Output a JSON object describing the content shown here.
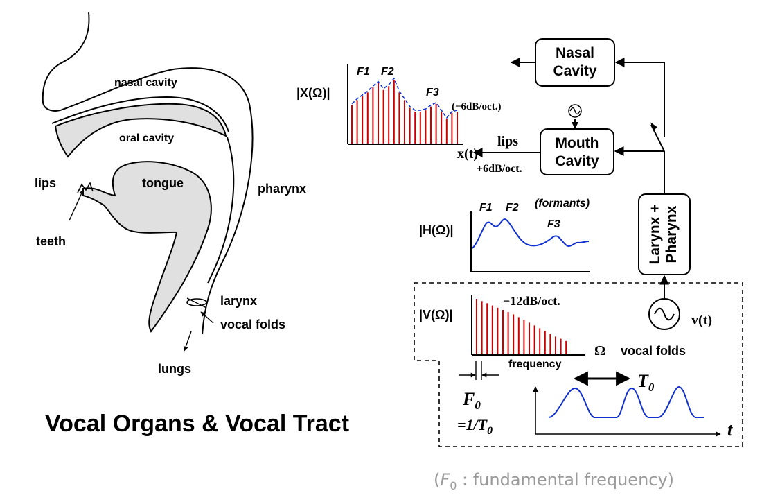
{
  "anatomy": {
    "nasal_cavity": "nasal cavity",
    "oral_cavity": "oral cavity",
    "lips": "lips",
    "tongue": "tongue",
    "pharynx": "pharynx",
    "teeth": "teeth",
    "larynx": "larynx",
    "vocal_folds": "vocal folds",
    "lungs": "lungs"
  },
  "title": "Vocal Organs  & Vocal Tract",
  "blocks": {
    "nasal_line1": "Nasal",
    "nasal_line2": "Cavity",
    "mouth_line1": "Mouth",
    "mouth_line2": "Cavity",
    "larynx_line1": "Larynx +",
    "larynx_line2": "Pharynx"
  },
  "x_spectrum": {
    "ylabel": "|X(Ω)|",
    "F1": "F1",
    "F2": "F2",
    "F3": "F3",
    "slope": "(−6dB/oct.)",
    "signal": "x(t)",
    "lips": "lips",
    "lip_radiation": "+6dB/oct.",
    "bars": [
      0.6,
      0.68,
      0.74,
      0.8,
      0.88,
      0.95,
      0.84,
      0.9,
      1.0,
      0.8,
      0.68,
      0.56,
      0.5,
      0.5,
      0.52,
      0.58,
      0.62,
      0.5,
      0.38,
      0.48,
      0.5
    ]
  },
  "h_response": {
    "ylabel": "|H(Ω)|",
    "F1": "F1",
    "F2": "F2",
    "F3": "F3",
    "note": "(formants)"
  },
  "v_spectrum": {
    "ylabel": "|V(Ω)|",
    "slope": "−12dB/oct.",
    "omega": "Ω",
    "xlabel": "frequency",
    "source": "vocal folds",
    "signal": "v(t)",
    "bars": [
      1.0,
      0.96,
      0.92,
      0.88,
      0.84,
      0.8,
      0.76,
      0.72,
      0.67,
      0.62,
      0.57,
      0.52,
      0.47,
      0.42,
      0.37,
      0.32,
      0.28,
      0.24
    ]
  },
  "glottal": {
    "period_label": "T",
    "period_sub": "0",
    "time_label": "t",
    "f0_label": "F",
    "f0_sub": "0",
    "f0_eq": "=1/T",
    "f0_eq_sub": "0"
  },
  "footnote": {
    "open": "(",
    "symbol": "F",
    "sub": "0",
    "rest": " : fundamental frequency)"
  },
  "colors": {
    "bars": "#cc0000",
    "curves": "#1030d0",
    "shade": "#e0e0e0",
    "footnote": "#9a9a9a"
  }
}
